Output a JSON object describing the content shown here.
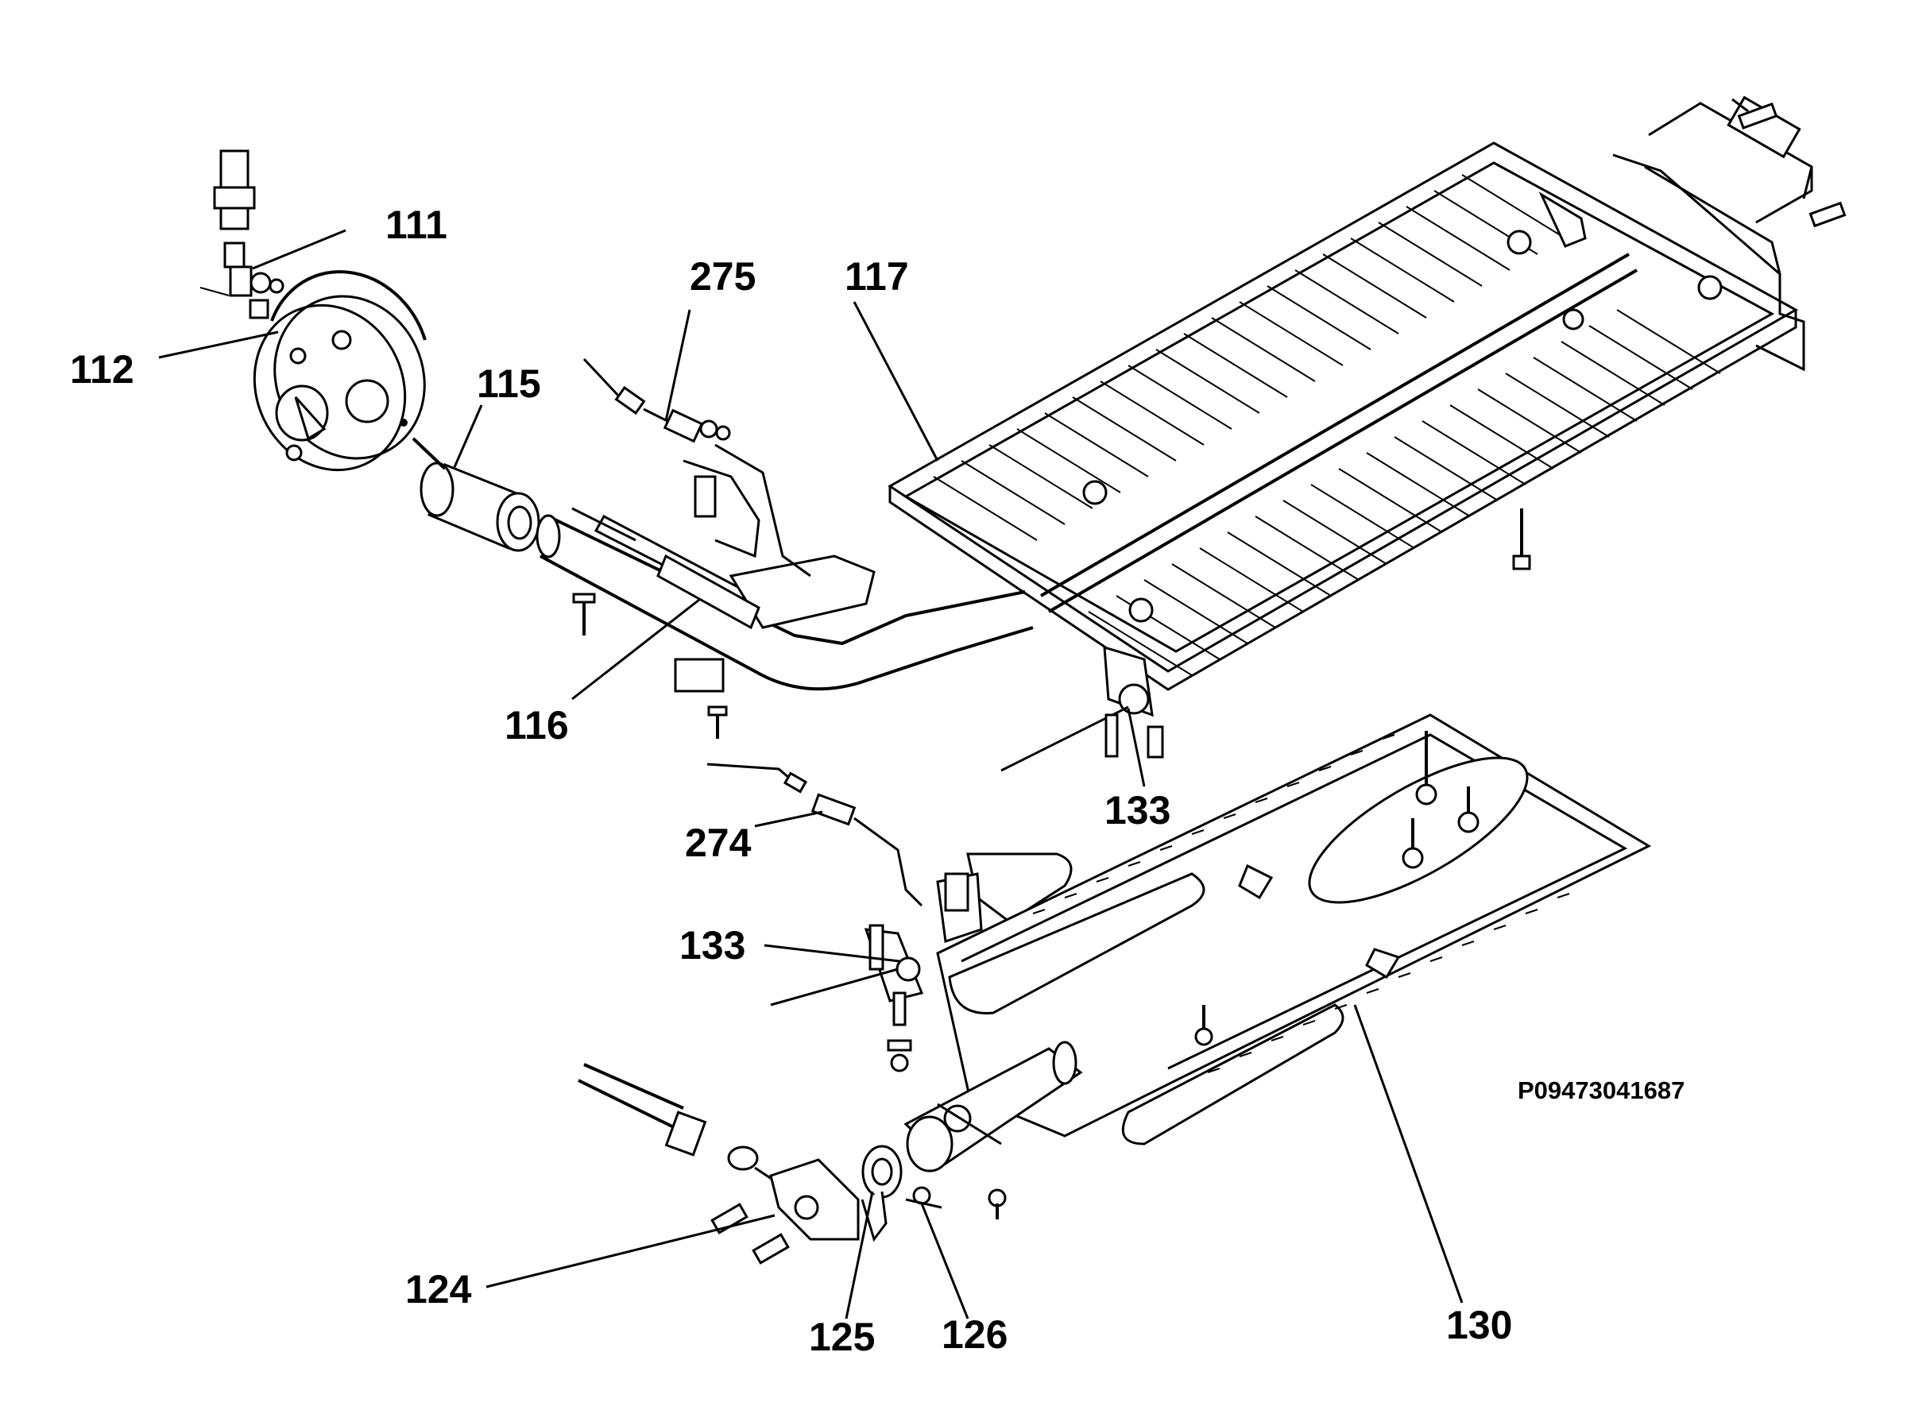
{
  "diagram": {
    "reference_code": "P09473041687",
    "labels": {
      "p111": "111",
      "p112": "112",
      "p115": "115",
      "p275": "275",
      "p117": "117",
      "p116": "116",
      "p133_upper": "133",
      "p274": "274",
      "p133_lower": "133",
      "p124": "124",
      "p125": "125",
      "p126": "126",
      "p130": "130"
    }
  }
}
